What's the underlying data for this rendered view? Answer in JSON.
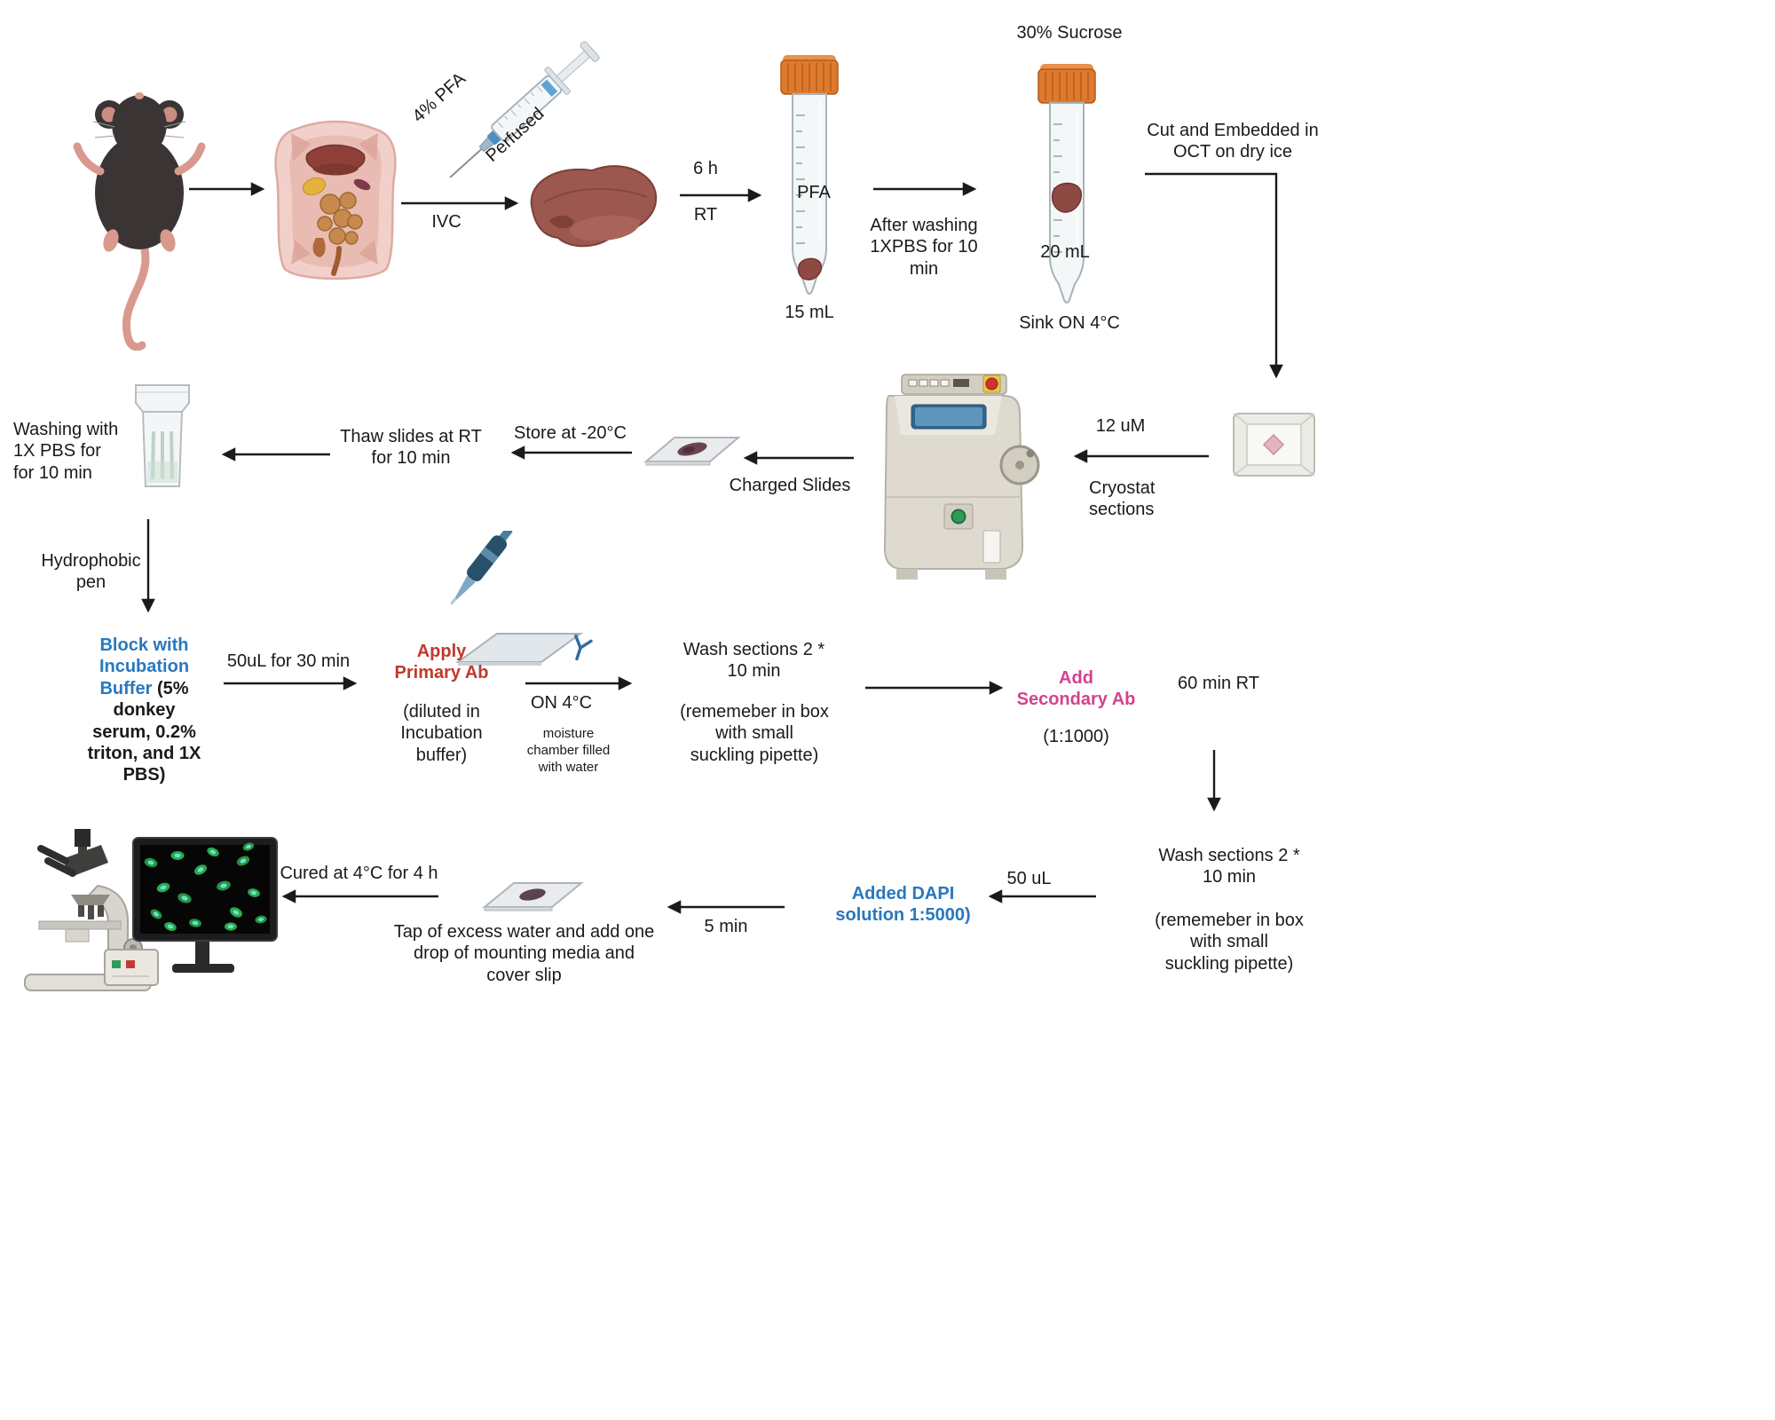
{
  "figure": {
    "kind": "laboratory protocol flowchart",
    "topic": "Mouse liver perfusion, fixation, cryosectioning and immunofluorescence staining"
  },
  "colors": {
    "accent_blue": "#2878BE",
    "accent_red": "#C0392B",
    "accent_pink": "#D4418E",
    "tube_cap_orange": "#DD7A2E",
    "arrow_black": "#1A1A1A"
  },
  "labels": {
    "pfa_4pct": "4% PFA",
    "perfused": "Perfused",
    "ivc": "IVC",
    "six_h": "6 h",
    "rt": "RT",
    "pfa_tube": "PFA",
    "vol_15ml": "15 mL",
    "after_washing": "After washing\n1XPBS for 10\nmin",
    "sucrose_30pct": "30% Sucrose",
    "vol_20ml": "20 mL",
    "sink_on": "Sink ON 4°C",
    "cut_embedded": "Cut and Embedded in\nOCT on dry ice",
    "um_12": "12 uM",
    "cryostat_sections": "Cryostat\nsections",
    "charged_slides": "Charged Slides",
    "store_minus20": "Store at -20°C",
    "thaw_slides": "Thaw slides at RT\nfor 10 min",
    "washing_pbs": "Washing with\n1X PBS for\nfor 10 min",
    "hydrophobic_pen": "Hydrophobic\npen",
    "block_blue": "Block with\nIncubation\nBuffer ",
    "block_rest": "(5%\ndonkey\nserum, 0.2%\ntriton, and 1X\nPBS)",
    "dose_50ul": "50uL for 30 min",
    "apply_primary": "Apply\nPrimary Ab",
    "diluted_in": "(diluted in\nIncubation\nbuffer)",
    "on_4c": "ON 4°C",
    "moisture_chamber": "moisture\nchamber filled\nwith water",
    "wash_sections_a": "Wash sections 2 *\n10 min",
    "remember_a": "(rememeber in box\nwith small\nsuckling pipette)",
    "add_secondary": "Add\nSecondary Ab",
    "dilution_secondary": "(1:1000)",
    "rt_60min": "60 min RT",
    "wash_sections_b": "Wash sections 2 *\n10 min",
    "remember_b": "(rememeber in box\nwith small\nsuckling pipette)",
    "ul_50": "50 uL",
    "dapi": "Added DAPI\nsolution 1:5000)",
    "min_5": "5 min",
    "mounting": "Tap of excess water and add one\ndrop of mounting media and\ncover slip",
    "cured": "Cured at 4°C for 4 h"
  },
  "illustrations": [
    "mouse",
    "dissected-mouse",
    "syringe",
    "liver",
    "conical-tube-15ml",
    "conical-tube-20ml",
    "cryomold",
    "cryostat",
    "microscope-slide",
    "coplin-jar",
    "pipette-with-slide",
    "antibody",
    "slide-with-tissue",
    "microscope",
    "fluorescence-monitor",
    "controller-box"
  ]
}
